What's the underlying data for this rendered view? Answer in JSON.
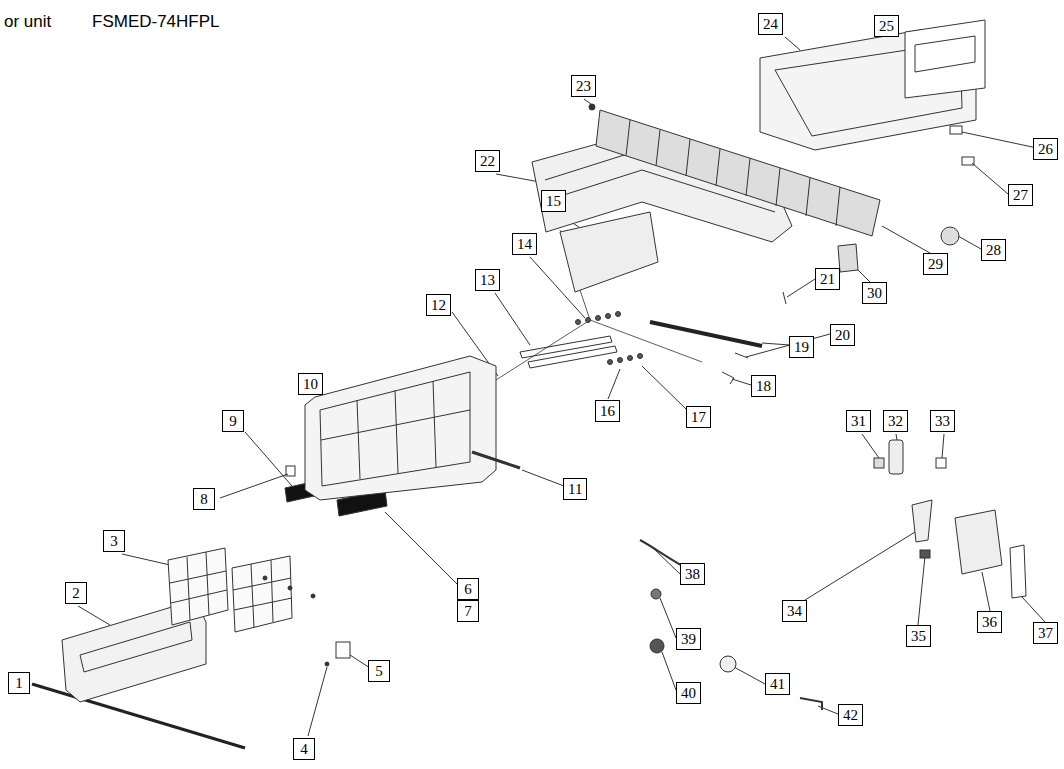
{
  "diagram": {
    "labels": [
      "or unit",
      "FSMED-74HFPL",
      "1",
      "2",
      "3",
      "4",
      "5",
      "6",
      "7",
      "8",
      "9",
      "10",
      "11",
      "12",
      "13",
      "14",
      "15",
      "16",
      "17",
      "18",
      "19",
      "20",
      "21",
      "22",
      "23",
      "24",
      "25",
      "26",
      "27",
      "28",
      "29",
      "30",
      "31",
      "32",
      "33",
      "34",
      "35",
      "36",
      "37",
      "38",
      "39",
      "40",
      "41",
      "42"
    ]
  }
}
